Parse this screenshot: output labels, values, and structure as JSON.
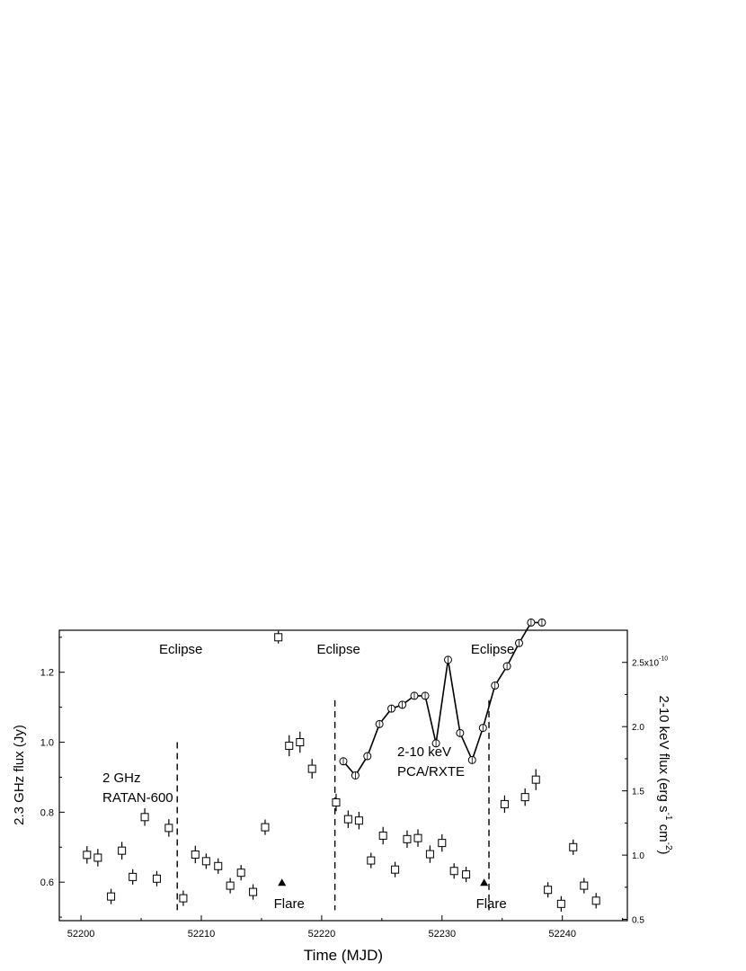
{
  "chart_data": {
    "type": "scatter",
    "xlabel": "Time (MJD)",
    "ylabel": "2.3 GHz flux (Jy)",
    "ylabel_right_main": "2-10 keV flux (erg s",
    "ylabel_right_exp1": "-1",
    "ylabel_right_mid": " cm",
    "ylabel_right_exp2": "-2",
    "ylabel_right_end": ")",
    "xlim": [
      52198.2,
      52245.4
    ],
    "ylim": [
      0.49,
      1.32
    ],
    "ylim_right": [
      0.49,
      2.75
    ],
    "x_ticks": [
      52200,
      52210,
      52220,
      52230,
      52240
    ],
    "x_tick_labels": [
      "52200",
      "52210",
      "52220",
      "52230",
      "52240"
    ],
    "y_ticks": [
      0.6,
      0.8,
      1.0,
      1.2
    ],
    "y_tick_labels": [
      "0.6",
      "0.8",
      "1.0",
      "1.2"
    ],
    "y_right_ticks": [
      0.5,
      1.0,
      1.5,
      2.0,
      2.5
    ],
    "y_right_tick_labels": [
      "0.5",
      "1.0",
      "1.5",
      "2.0",
      "2.5x10"
    ],
    "y_right_tick_exp": "-10",
    "series": [
      {
        "name": "2 GHz RATAN-600",
        "marker": "square",
        "x": [
          52200.5,
          52201.4,
          52202.5,
          52203.4,
          52204.3,
          52205.3,
          52206.3,
          52207.3,
          52208.5,
          52209.5,
          52210.4,
          52211.4,
          52212.4,
          52213.3,
          52214.3,
          52215.3,
          52216.4,
          52217.3,
          52218.2,
          52219.2,
          52221.2,
          52222.2,
          52223.1,
          52224.1,
          52225.1,
          52226.1,
          52227.1,
          52228.0,
          52229.0,
          52230.0,
          52231.0,
          52232.0,
          52235.2,
          52236.9,
          52237.8,
          52238.8,
          52239.9,
          52240.9,
          52241.8,
          52242.8
        ],
        "y": [
          0.678,
          0.67,
          0.559,
          0.69,
          0.615,
          0.786,
          0.61,
          0.755,
          0.554,
          0.679,
          0.66,
          0.646,
          0.59,
          0.627,
          0.572,
          0.757,
          1.3,
          0.99,
          1.0,
          0.924,
          0.828,
          0.78,
          0.776,
          0.662,
          0.733,
          0.636,
          0.723,
          0.726,
          0.68,
          0.712,
          0.632,
          0.622,
          0.823,
          0.843,
          0.893,
          0.578,
          0.538,
          0.7,
          0.59,
          0.547
        ],
        "yerr": [
          0.025,
          0.025,
          0.022,
          0.025,
          0.022,
          0.025,
          0.022,
          0.025,
          0.022,
          0.025,
          0.022,
          0.022,
          0.022,
          0.022,
          0.022,
          0.022,
          0.018,
          0.03,
          0.03,
          0.028,
          0.025,
          0.025,
          0.025,
          0.022,
          0.025,
          0.022,
          0.025,
          0.025,
          0.025,
          0.025,
          0.022,
          0.022,
          0.025,
          0.025,
          0.03,
          0.022,
          0.022,
          0.022,
          0.022,
          0.022
        ]
      },
      {
        "name": "2-10 keV PCA/RXTE",
        "marker": "circle",
        "axis": "right",
        "x": [
          52221.8,
          52222.8,
          52223.8,
          52224.8,
          52225.8,
          52226.7,
          52227.7,
          52228.6,
          52229.5,
          52230.5,
          52231.5,
          52232.5,
          52233.4,
          52234.4,
          52235.4,
          52236.4,
          52237.4,
          52238.3
        ],
        "y": [
          1.73,
          1.62,
          1.77,
          2.02,
          2.14,
          2.17,
          2.24,
          2.24,
          1.87,
          2.52,
          1.95,
          1.74,
          1.99,
          2.32,
          2.47,
          2.65,
          2.81,
          2.81
        ]
      }
    ],
    "annotations": {
      "eclipse_label": "Eclipse",
      "eclipse_x": [
        52208.0,
        52221.1,
        52233.9
      ],
      "flare_label": "Flare",
      "flare_x": [
        52216.7,
        52233.5
      ],
      "flare_y": 0.6,
      "radio_label_line1": "2 GHz",
      "radio_label_line2": "RATAN-600",
      "xray_label_line1": "2-10 keV",
      "xray_label_line2": "PCA/RXTE"
    }
  }
}
